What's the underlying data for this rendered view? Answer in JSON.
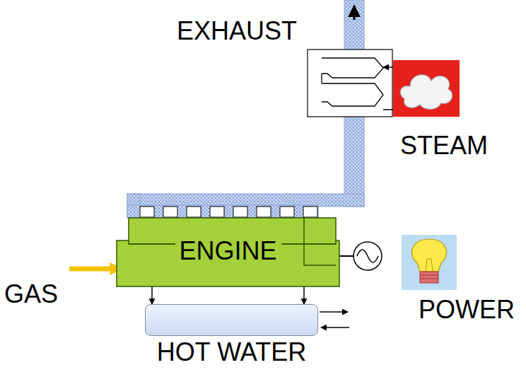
{
  "diagram": {
    "nodes": [
      {
        "text": [
          "ENGINE"
        ]
      },
      {
        "text": [
          "HOT WATER"
        ]
      }
    ],
    "edges": [
      {
        "from": 0,
        "to": 1,
        "arrow": "to"
      },
      {
        "from": 0,
        "to": 1,
        "arrow": "to"
      }
    ],
    "labels": [
      "EXHAUST",
      "STEAM",
      "GAS",
      "POWER"
    ]
  }
}
